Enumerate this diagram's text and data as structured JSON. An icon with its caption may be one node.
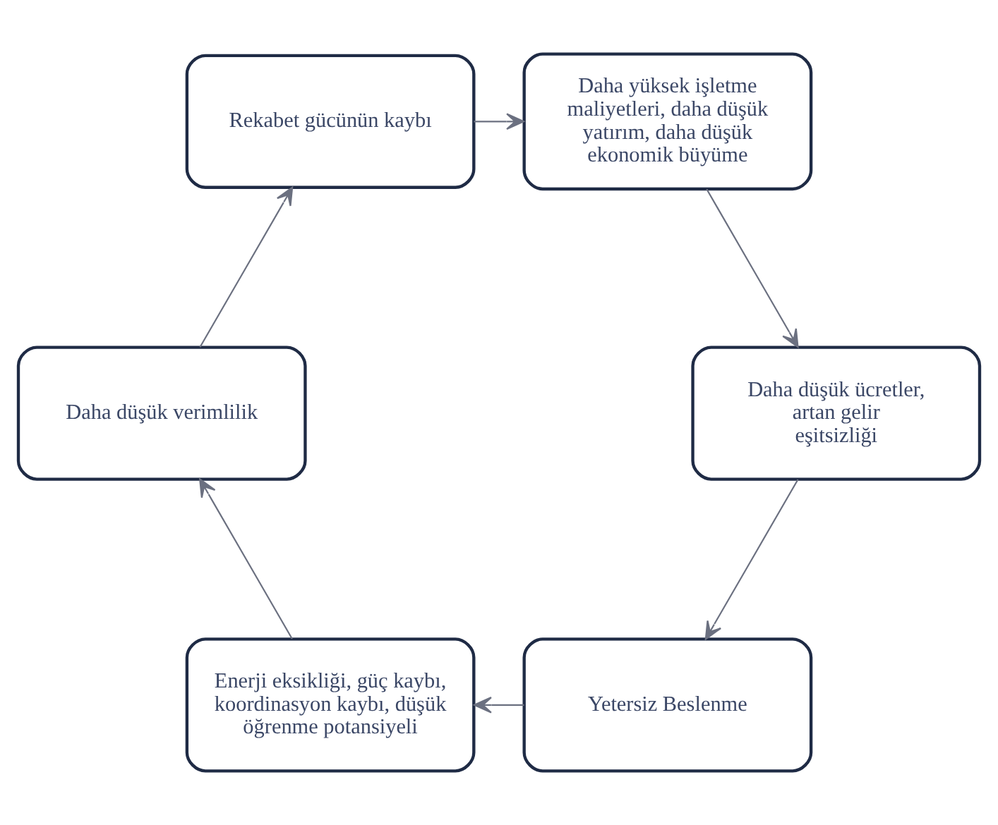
{
  "diagram": {
    "nodes": [
      {
        "text": [
          "Yetersiz Beslenme"
        ]
      },
      {
        "text": [
          "Enerji eksikliği, güç kaybı, koordinasyon kaybı, düşük öğrenme potansiyeli"
        ]
      },
      {
        "text": [
          "Daha düşük verimlilik"
        ]
      },
      {
        "text": [
          "Rekabet gücünün kaybı"
        ]
      },
      {
        "text": [
          "Daha yüksek işletme maliyetleri, daha düşük yatırım, daha düşük ekonomik büyüme"
        ]
      },
      {
        "text": [
          "Daha düşük ücretler, artan gelir eşitsizliği"
        ]
      }
    ],
    "edges": [
      {
        "from": 0,
        "to": 1,
        "arrow": "to"
      },
      {
        "from": 1,
        "to": 2,
        "arrow": "to"
      },
      {
        "from": 2,
        "to": 3,
        "arrow": "to"
      },
      {
        "from": 3,
        "to": 4,
        "arrow": "to"
      },
      {
        "from": 4,
        "to": 5,
        "arrow": "to"
      },
      {
        "from": 5,
        "to": 0,
        "arrow": "to"
      }
    ]
  }
}
